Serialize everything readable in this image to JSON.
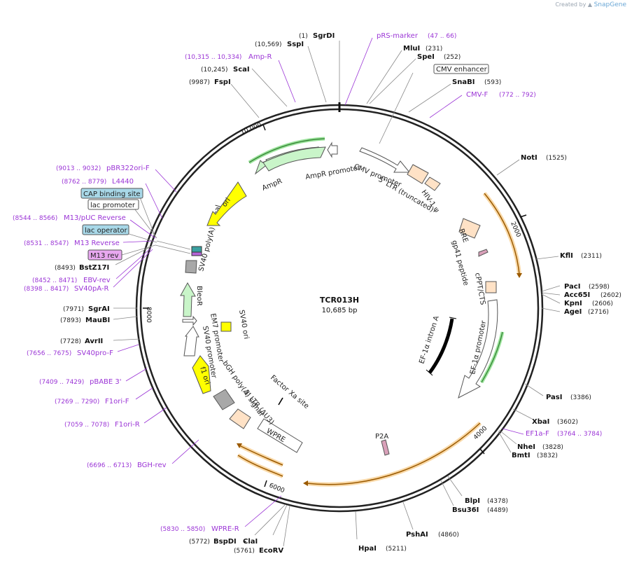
{
  "brand": {
    "prefix": "Created by",
    "name": "SnapGene"
  },
  "plasmid": {
    "name": "TCR013H",
    "size_label": "10,685 bp"
  },
  "ticks": [
    {
      "label": "2000",
      "angle": 67
    },
    {
      "label": "4000",
      "angle": 135
    },
    {
      "label": "6000",
      "angle": 202
    },
    {
      "label": "8000",
      "angle": 270
    },
    {
      "label": "10,000",
      "angle": 337
    }
  ],
  "features": [
    {
      "label": "CMV enhancer",
      "color": "#ffffff"
    },
    {
      "label": "CMV promoter",
      "color": "#ffffff"
    },
    {
      "label": "5' LTR (truncated)",
      "color": "#ffe2c6"
    },
    {
      "label": "HIV-1 ψ",
      "color": "#ffe2c6"
    },
    {
      "label": "RRE",
      "color": "#ffe2c6"
    },
    {
      "label": "gp41 peptide",
      "color": "#d9a0b9"
    },
    {
      "label": "cPPT/CTS",
      "color": "#ffe2c6"
    },
    {
      "label": "EF-1α promoter",
      "color": "#ffffff"
    },
    {
      "label": "EF-1α intron A",
      "color": "#000000"
    },
    {
      "label": "P2A",
      "color": "#d9a0b9"
    },
    {
      "label": "Factor Xa site",
      "color": "#000000"
    },
    {
      "label": "WPRE",
      "color": "#ffffff"
    },
    {
      "label": "3' LTR (ΔU3)",
      "color": "#ffe2c6"
    },
    {
      "label": "bGH poly(A) signal",
      "color": "#a8a8a8"
    },
    {
      "label": "f1 ori",
      "color": "#ffff00"
    },
    {
      "label": "SV40 promoter",
      "color": "#ffffff"
    },
    {
      "label": "SV40 ori",
      "color": "#ffff00"
    },
    {
      "label": "EM7 promoter",
      "color": "#ffffff"
    },
    {
      "label": "BleoR",
      "color": "#c9f5c9"
    },
    {
      "label": "SV40 poly(A) signal",
      "color": "#a8a8a8"
    },
    {
      "label": "ori",
      "color": "#ffff00"
    },
    {
      "label": "AmpR",
      "color": "#c9f5c9"
    },
    {
      "label": "AmpR promoter",
      "color": "#ffffff"
    }
  ],
  "enzymes": [
    {
      "name": "SgrDI",
      "pos": "(1)"
    },
    {
      "name": "SspI",
      "pos": "(10,569)"
    },
    {
      "name": "ScaI",
      "pos": "(10,245)"
    },
    {
      "name": "FspI",
      "pos": "(9987)"
    },
    {
      "name": "MluI",
      "pos": "(231)"
    },
    {
      "name": "SpeI",
      "pos": "(252)"
    },
    {
      "name": "SnaBI",
      "pos": "(593)"
    },
    {
      "name": "NotI",
      "pos": "(1525)"
    },
    {
      "name": "KflI",
      "pos": "(2311)"
    },
    {
      "name": "PacI",
      "pos": "(2598)"
    },
    {
      "name": "Acc65I",
      "pos": "(2602)"
    },
    {
      "name": "KpnI",
      "pos": "(2606)"
    },
    {
      "name": "AgeI",
      "pos": "(2716)"
    },
    {
      "name": "PasI",
      "pos": "(3386)"
    },
    {
      "name": "XbaI",
      "pos": "(3602)"
    },
    {
      "name": "NheI",
      "pos": "(3828)"
    },
    {
      "name": "BmtI",
      "pos": "(3832)"
    },
    {
      "name": "BlpI",
      "pos": "(4378)"
    },
    {
      "name": "Bsu36I",
      "pos": "(4489)"
    },
    {
      "name": "PshAI",
      "pos": "(4860)"
    },
    {
      "name": "HpaI",
      "pos": "(5211)"
    },
    {
      "name": "EcoRV",
      "pos": "(5761)"
    },
    {
      "name": "ClaI",
      "pos": ""
    },
    {
      "name": "BspDI",
      "pos": "(5772)"
    },
    {
      "name": "AvrII",
      "pos": "(7728)"
    },
    {
      "name": "MauBI",
      "pos": "(7893)"
    },
    {
      "name": "SgrAI",
      "pos": "(7971)"
    },
    {
      "name": "BstZ17I",
      "pos": "(8493)"
    }
  ],
  "primers": [
    {
      "name": "pRS-marker",
      "range": "(47 .. 66)"
    },
    {
      "name": "CMV-F",
      "range": "(772 .. 792)"
    },
    {
      "name": "EF1a-F",
      "range": "(3764 .. 3784)"
    },
    {
      "name": "WPRE-R",
      "range": "(5830 .. 5850)"
    },
    {
      "name": "BGH-rev",
      "range": "(6696 .. 6713)"
    },
    {
      "name": "F1ori-R",
      "range": "(7059 .. 7078)"
    },
    {
      "name": "F1ori-F",
      "range": "(7269 .. 7290)"
    },
    {
      "name": "pBABE 3'",
      "range": "(7409 .. 7429)"
    },
    {
      "name": "SV40pro-F",
      "range": "(7656 .. 7675)"
    },
    {
      "name": "SV40pA-R",
      "range": "(8398 .. 8417)"
    },
    {
      "name": "EBV-rev",
      "range": "(8452 .. 8471)"
    },
    {
      "name": "M13 Reverse",
      "range": "(8531 .. 8547)"
    },
    {
      "name": "M13/pUC Reverse",
      "range": "(8544 .. 8566)"
    },
    {
      "name": "L4440",
      "range": "(8762 .. 8779)"
    },
    {
      "name": "pBR322ori-F",
      "range": "(9013 .. 9032)"
    },
    {
      "name": "Amp-R",
      "range": "(10,315 .. 10,334)"
    }
  ],
  "boxed_labels": [
    {
      "label": "CAP binding site",
      "color": "#a8d8e8"
    },
    {
      "label": "lac promoter",
      "color": "#ffffff"
    },
    {
      "label": "lac operator",
      "color": "#a8d8e8"
    },
    {
      "label": "M13 rev",
      "color": "#e8a8f0"
    }
  ]
}
